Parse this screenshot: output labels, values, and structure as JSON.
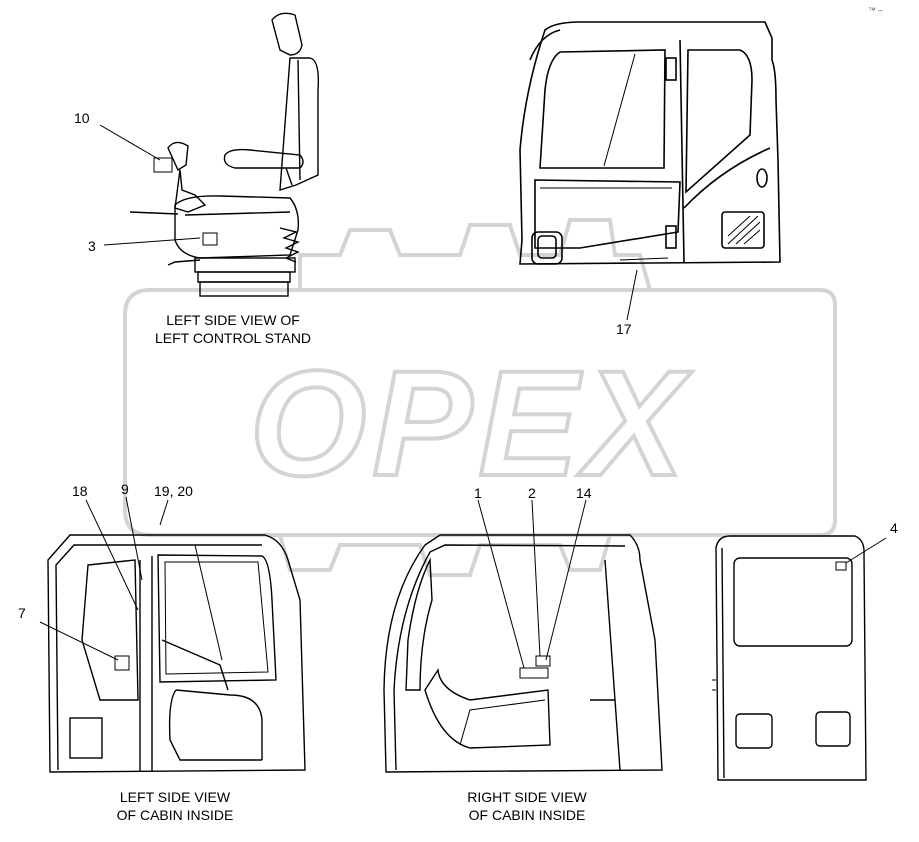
{
  "watermark": {
    "text": "OPEX",
    "color": "#d9d9d9"
  },
  "captions": {
    "control_stand_line1": "LEFT SIDE VIEW OF",
    "control_stand_line2": "LEFT CONTROL STAND",
    "cabin_left_line1": "LEFT SIDE VIEW",
    "cabin_left_line2": "OF CABIN INSIDE",
    "cabin_right_line1": "RIGHT SIDE VIEW",
    "cabin_right_line2": "OF CABIN INSIDE"
  },
  "callouts": {
    "c10": "10",
    "c3": "3",
    "c17": "17",
    "c18": "18",
    "c9": "9",
    "c19_20": "19, 20",
    "c7": "7",
    "c1": "1",
    "c2": "2",
    "c14": "14",
    "c4": "4"
  },
  "corner_mark": "™ –"
}
